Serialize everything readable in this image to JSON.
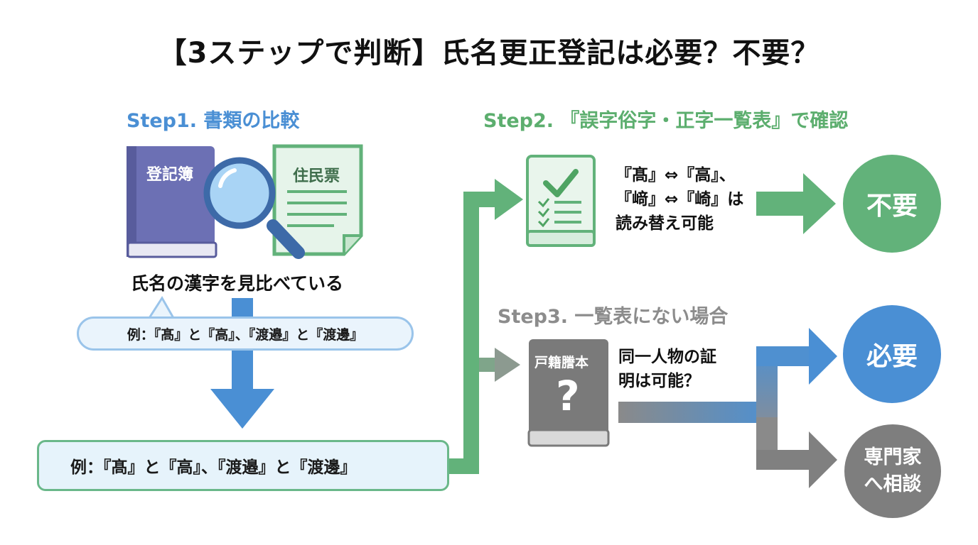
{
  "title": "【3ステップで判断】氏名更正登記は必要？不要？",
  "step1": {
    "heading": "Step1. 書類の比較",
    "registry_book_label": "登記簿",
    "resident_card_label": "住民票",
    "caption": "氏名の漢字を見比べている",
    "bubble_text": "例：『髙』と『高』、『渡邉』と『渡邊』",
    "example_box_text": "例：『髙』と『高』、『渡邉』と『渡邊』"
  },
  "step2": {
    "heading": "Step2. 『誤字俗字・正字一覧表』で確認",
    "rule_lines": [
      "『髙』⇔『高』、",
      "『﨑』⇔『崎』は",
      "読み替え可能"
    ],
    "result": "不要"
  },
  "step3": {
    "heading": "Step3. 一覧表にない場合",
    "family_register_label": "戸籍謄本",
    "question_mark": "?",
    "proof_lines": [
      "同一人物の証",
      "明は可能？"
    ],
    "result_yes": "必要",
    "result_consult": "専門家\nへ相談"
  },
  "colors": {
    "blue": "#4a8fd4",
    "green": "#62b27a",
    "gray": "#7e7e7e",
    "book_purple": "#6c70b4"
  }
}
